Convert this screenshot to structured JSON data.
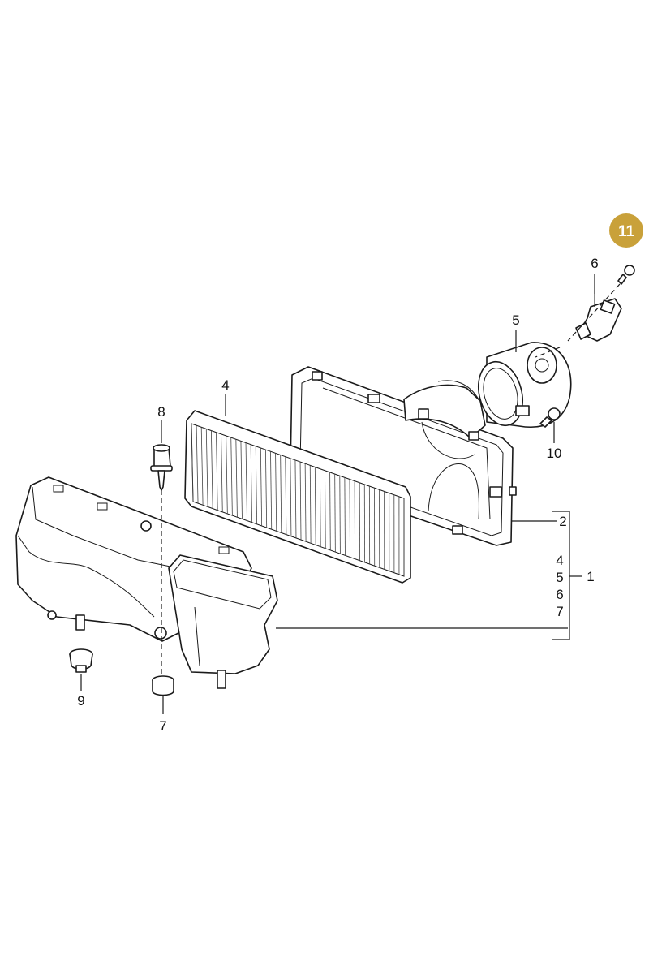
{
  "callouts": {
    "badge": "11",
    "n6": "6",
    "n5": "5",
    "n4": "4",
    "n8": "8",
    "n10": "10",
    "n2": "2",
    "n1": "1",
    "set4": "4",
    "set5": "5",
    "set6": "6",
    "set7": "7",
    "n9": "9",
    "n7": "7"
  },
  "colors": {
    "badge_fill": "#c9a13a",
    "line": "#1a1a1a",
    "background": "#ffffff"
  }
}
